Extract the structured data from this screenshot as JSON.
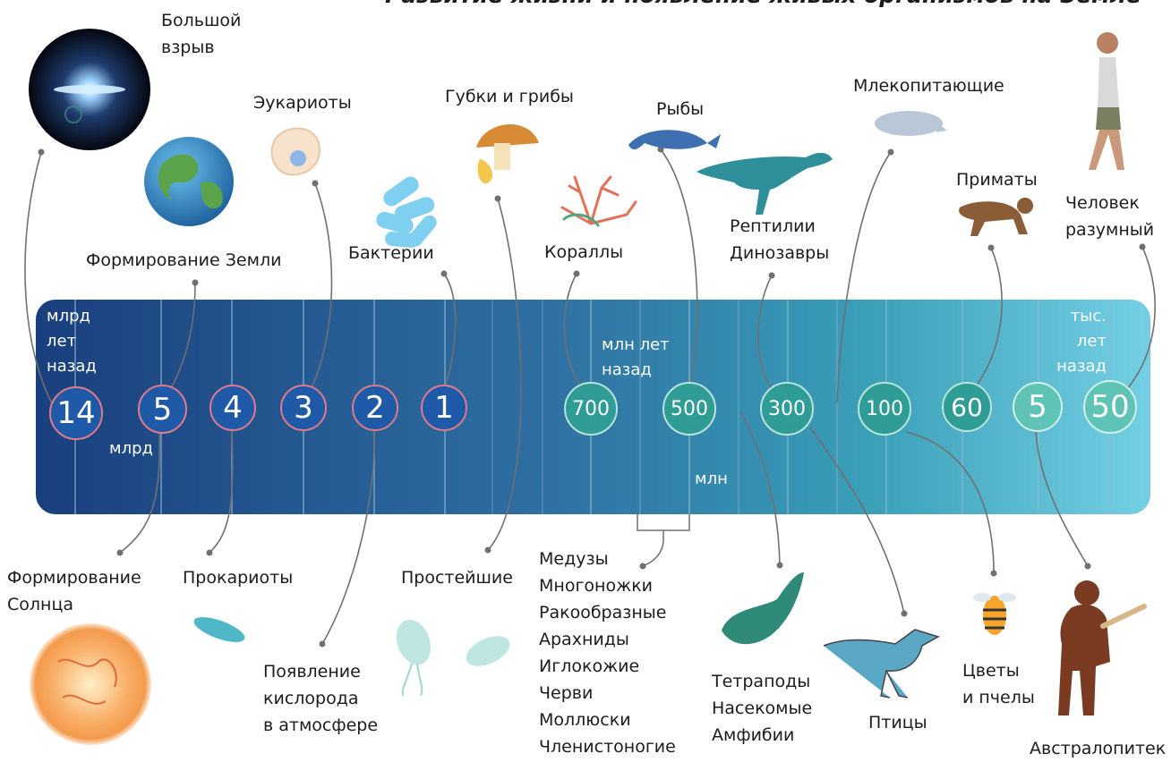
{
  "title": "Развитие жизни и появление живых организмов на Земле",
  "units": {
    "bn_top": "млрд\nлет\nназад",
    "mln_top": "млн лет\nназад",
    "thousand_top": "тыс.\nлет\nназад",
    "bn_bottom": "млрд",
    "mln_bottom": "млн"
  },
  "markers": [
    {
      "value": "14"
    },
    {
      "value": "5"
    },
    {
      "value": "4"
    },
    {
      "value": "3"
    },
    {
      "value": "2"
    },
    {
      "value": "1"
    },
    {
      "value": "700"
    },
    {
      "value": "500"
    },
    {
      "value": "300"
    },
    {
      "value": "100"
    },
    {
      "value": "60"
    },
    {
      "value": "5"
    },
    {
      "value": "50"
    }
  ],
  "labels_top": {
    "big_bang": "Большой\nвзрыв",
    "earth": "Формирование Земли",
    "eukaryotes": "Эукариоты",
    "bacteria": "Бактерии",
    "sponges": "Губки и грибы",
    "corals": "Кораллы",
    "fish": "Рыбы",
    "reptiles": "Рептилии\nДинозавры",
    "mammals": "Млекопитающие",
    "primates": "Приматы",
    "human": "Человек\nразумный"
  },
  "labels_bottom": {
    "sun": "Формирование\nСолнца",
    "prokaryotes": "Прокариоты",
    "oxygen": "Появление\nкислорода\nв атмосфере",
    "protozoa": "Простейшие",
    "jellyfish": "Медузы\nМногоножки\nРакообразные\nАрахниды\nИглокожие\nЧерви\nМоллюски\nЧленистоногие",
    "tetrapods": "Тетраподы\nНасекомые\nАмфибии",
    "birds": "Птицы",
    "flowers": "Цветы\nи пчелы",
    "australopithecus": "Австралопитек"
  },
  "colors": {
    "band_start": "#1a3f7e",
    "band_end": "#72cde2",
    "marker_blue": "#1f5aa8",
    "marker_teal": "#2f9c95",
    "leader": "#707070"
  }
}
